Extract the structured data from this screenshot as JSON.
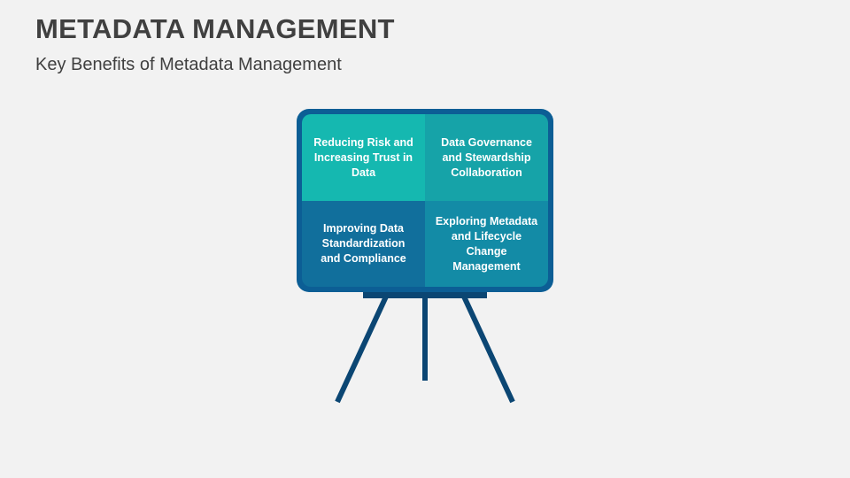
{
  "header": {
    "title": "METADATA MANAGEMENT",
    "subtitle": "Key Benefits of Metadata Management"
  },
  "board": {
    "cells": [
      {
        "label": "Reducing Risk and Increasing Trust in Data",
        "color": "#15b8b0"
      },
      {
        "label": "Data Governance and Stewardship Collaboration",
        "color": "#16a3a8"
      },
      {
        "label": "Improving Data Standardization and Compliance",
        "color": "#116f9c"
      },
      {
        "label": "Exploring Metadata and Lifecycle Change Management",
        "color": "#138ba6"
      }
    ],
    "frame_color": "#0c5e95",
    "stand_color": "#0b4673"
  }
}
